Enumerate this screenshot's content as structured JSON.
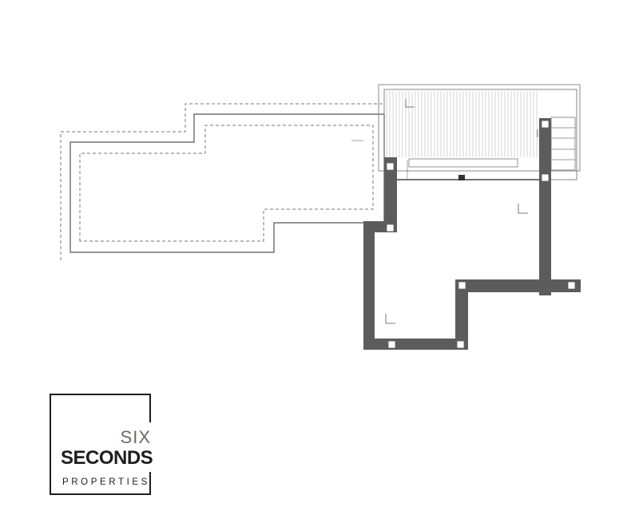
{
  "brand": {
    "line1": "SIX",
    "line2": "SECONDS",
    "line3": "PROPERTIES",
    "accent_color": "#6f6a5f",
    "text_color": "#1e1e1e"
  },
  "plan": {
    "wall_color": "#5c5c5c",
    "line_color": "#444444",
    "room_labels": [
      "",
      "",
      "",
      "",
      "",
      "",
      ""
    ]
  }
}
